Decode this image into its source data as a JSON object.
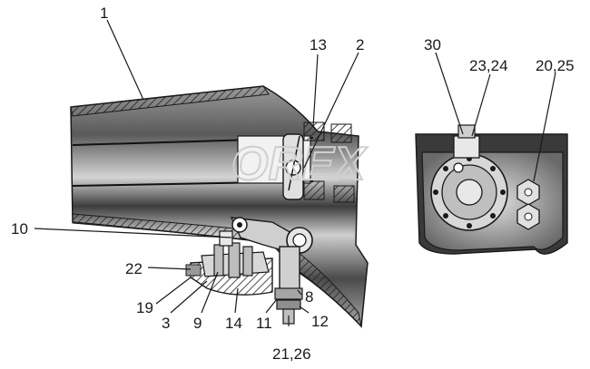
{
  "diagram": {
    "watermark": "OREX",
    "callouts": [
      {
        "id": "c1",
        "text": "1"
      },
      {
        "id": "c13",
        "text": "13"
      },
      {
        "id": "c2",
        "text": "2"
      },
      {
        "id": "c30",
        "text": "30"
      },
      {
        "id": "c2324",
        "text": "23,24"
      },
      {
        "id": "c2025",
        "text": "20,25"
      },
      {
        "id": "c10",
        "text": "10"
      },
      {
        "id": "c22",
        "text": "22"
      },
      {
        "id": "c19",
        "text": "19"
      },
      {
        "id": "c3",
        "text": "3"
      },
      {
        "id": "c9",
        "text": "9"
      },
      {
        "id": "c14",
        "text": "14"
      },
      {
        "id": "c11",
        "text": "11"
      },
      {
        "id": "c2126",
        "text": "21,26"
      },
      {
        "id": "c8",
        "text": "8"
      },
      {
        "id": "c12",
        "text": "12"
      }
    ]
  }
}
